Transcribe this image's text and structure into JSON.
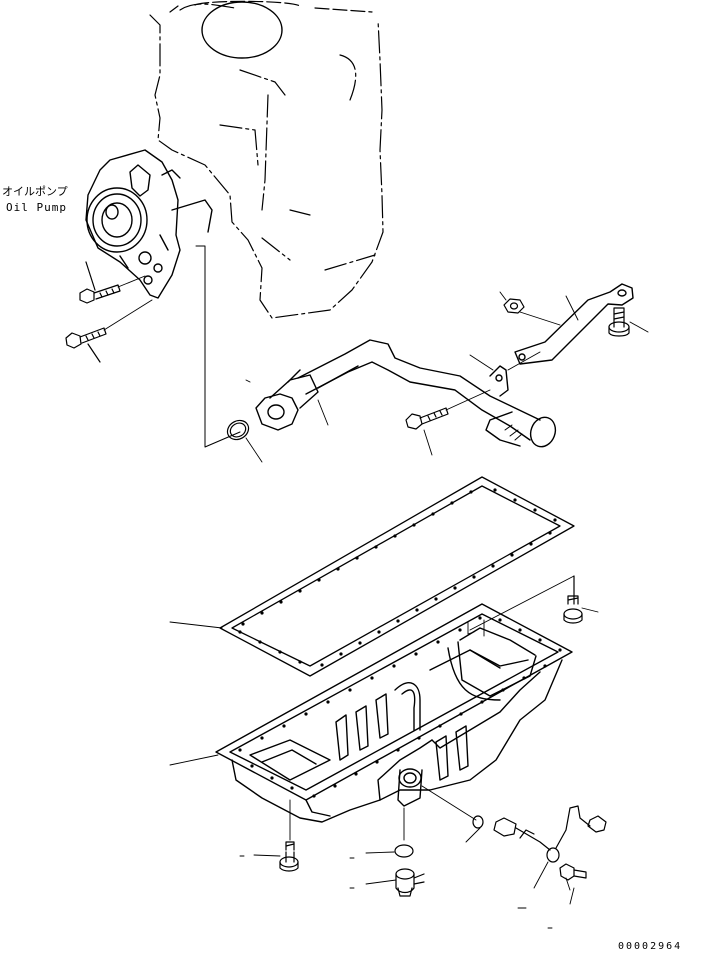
{
  "diagram": {
    "labels": {
      "oil_pump_jp": "オイルポンプ",
      "oil_pump_en": "Oil Pump"
    },
    "drawing_number": "00002964",
    "parts": [
      {
        "name": "engine-block-outline",
        "kind": "context"
      },
      {
        "name": "oil-pump",
        "kind": "part"
      },
      {
        "name": "oil-suction-pipe",
        "kind": "part"
      },
      {
        "name": "o-ring",
        "kind": "part"
      },
      {
        "name": "pipe-bracket",
        "kind": "part"
      },
      {
        "name": "oil-pan-gasket",
        "kind": "part"
      },
      {
        "name": "oil-pan",
        "kind": "part"
      },
      {
        "name": "drain-plug",
        "kind": "part"
      },
      {
        "name": "drain-gasket",
        "kind": "part"
      },
      {
        "name": "level-sensor-harness",
        "kind": "part"
      }
    ]
  }
}
